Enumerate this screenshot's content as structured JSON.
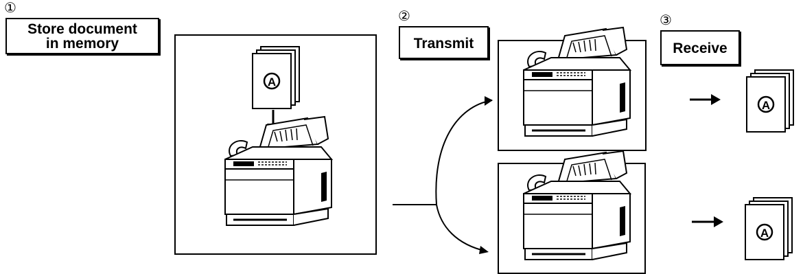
{
  "steps": [
    {
      "number": "①",
      "label_line1": "Store document",
      "label_line2": "in memory"
    },
    {
      "number": "②",
      "label": "Transmit"
    },
    {
      "number": "③",
      "label": "Receive"
    }
  ],
  "document_mark": "A",
  "icons": [
    "document-stack-icon",
    "fax-machine-icon",
    "arrow-icon"
  ]
}
